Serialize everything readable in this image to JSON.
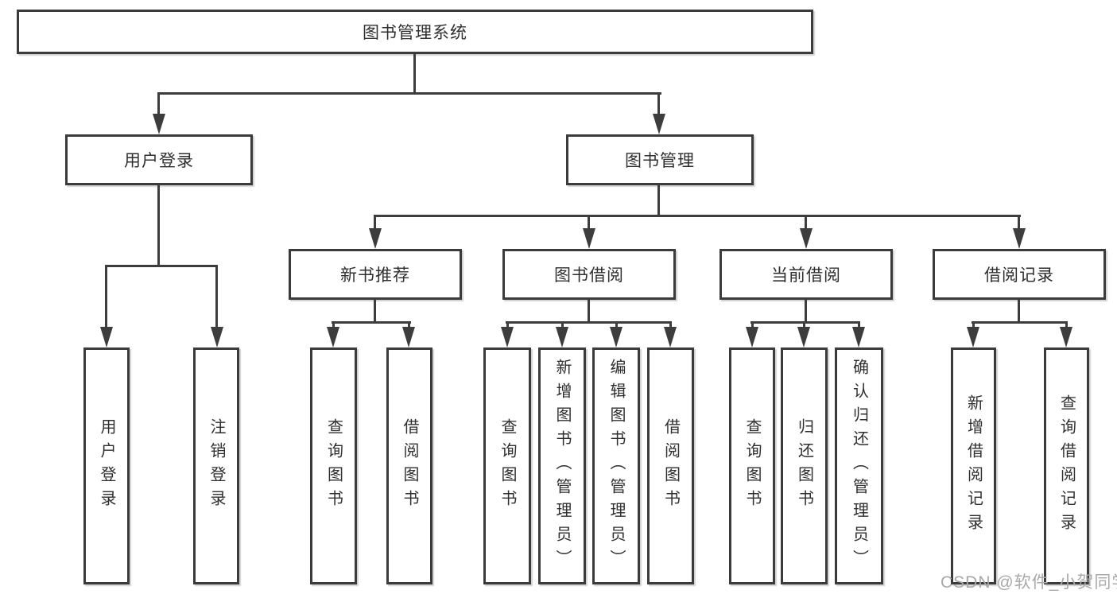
{
  "diagram": {
    "root": {
      "label": "图书管理系统"
    },
    "branches": {
      "user": {
        "label": "用户登录",
        "children": [
          {
            "label": "用户登录"
          },
          {
            "label": "注销登录"
          }
        ]
      },
      "book": {
        "label": "图书管理",
        "sections": [
          {
            "label": "新书推荐",
            "children": [
              {
                "label": "查询图书"
              },
              {
                "label": "借阅图书"
              }
            ]
          },
          {
            "label": "图书借阅",
            "children": [
              {
                "label": "查询图书"
              },
              {
                "label": "新增图书（管理员）"
              },
              {
                "label": "编辑图书（管理员）"
              },
              {
                "label": "借阅图书"
              }
            ]
          },
          {
            "label": "当前借阅",
            "children": [
              {
                "label": "查询图书"
              },
              {
                "label": "归还图书"
              },
              {
                "label": "确认归还（管理员）"
              }
            ]
          },
          {
            "label": "借阅记录",
            "children": [
              {
                "label": "新增借阅记录"
              },
              {
                "label": "查询借阅记录"
              }
            ]
          }
        ]
      }
    }
  },
  "watermark": {
    "text": "CSDN @软件_小贺同学"
  },
  "colors": {
    "line": "#3d3d3d",
    "border": "#3b3b3b",
    "text": "#2f2f2f",
    "watermark": "#a9a9a9",
    "background": "#ffffff"
  }
}
